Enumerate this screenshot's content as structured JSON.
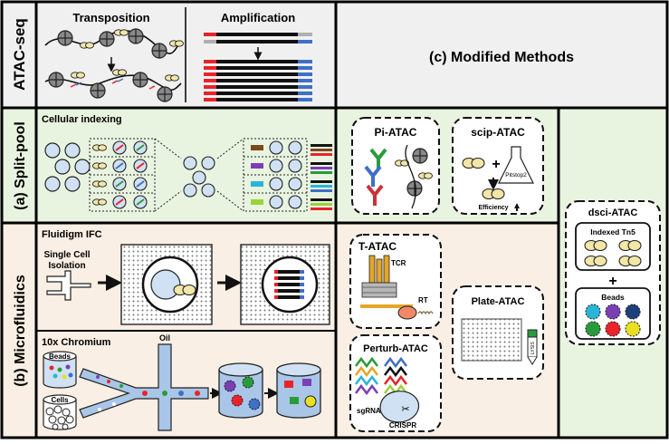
{
  "rows": {
    "atac": "ATAC-seq",
    "splitpool": "(a) Split-pool",
    "microfluidics": "(b) Microfluidics"
  },
  "atac_seq": {
    "transposition": "Transposition",
    "amplification": "Amplification"
  },
  "split_pool": {
    "title": "Cellular indexing"
  },
  "microfluidics": {
    "fluidigm": "Fluidigm IFC",
    "isolation_line1": "Single Cell",
    "isolation_line2": "Isolation",
    "chromium": "10x Chromium",
    "beads": "Beads",
    "cells": "Cells",
    "oil": "Oil"
  },
  "modified": {
    "title": "(c) Modified Methods",
    "pi_atac": "Pi-ATAC",
    "scip_atac": "scip-ATAC",
    "pitstop": "Pitstop2",
    "efficiency": "Efficiency",
    "t_atac": "T-ATAC",
    "tcr": "TCR",
    "rt": "RT",
    "plate_atac": "Plate-ATAC",
    "lysis": "LYSIS",
    "perturb_atac": "Perturb-ATAC",
    "sgrna": "sgRNA",
    "crispr": "CRISPR",
    "dsci_atac": "dsci-ATAC",
    "indexed_tn5": "Indexed Tn5",
    "beads": "Beads"
  },
  "colors": {
    "atac_bg": "#f0f0f0",
    "splitpool_bg": "#e9f4e0",
    "micro_bg": "#f9efe4",
    "adapter_red": "#e8242a",
    "adapter_blue": "#3f6fc8",
    "adapter_gray": "#b0b0b0"
  }
}
